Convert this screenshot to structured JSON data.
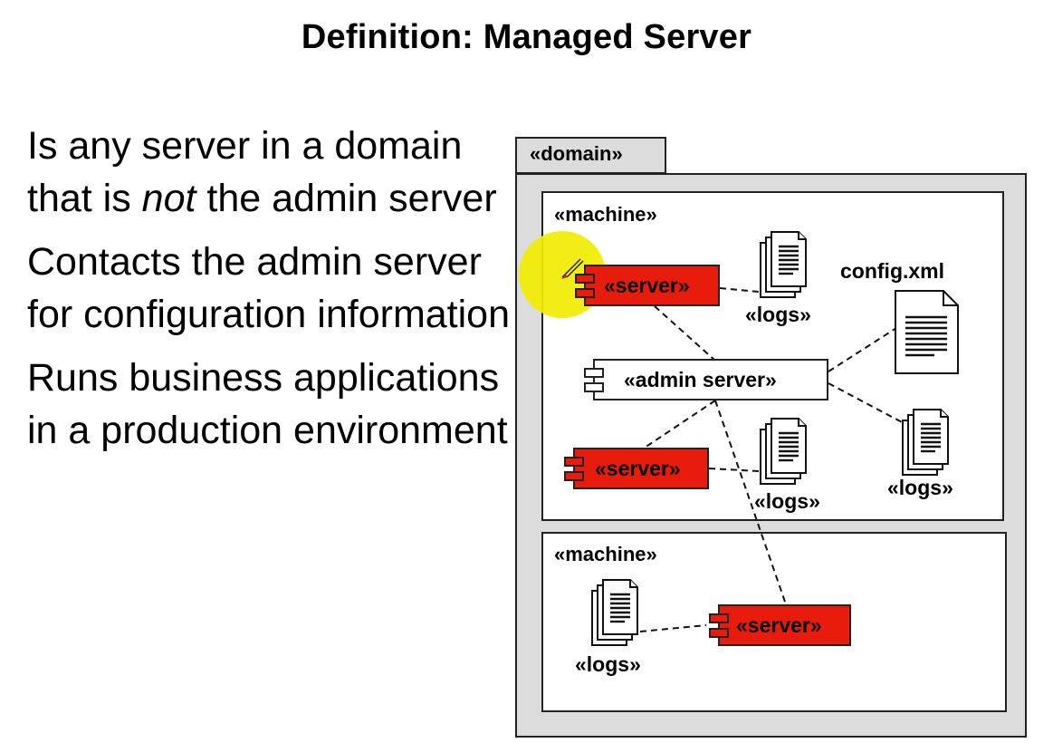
{
  "slide": {
    "title": "Definition: Managed Server",
    "bullets": [
      {
        "pre": "Is any server in a domain that is ",
        "em": "not",
        "post": " the admin server"
      },
      {
        "pre": "Contacts the admin server for configuration information",
        "em": "",
        "post": ""
      },
      {
        "pre": "Runs business applications in a production environment",
        "em": "",
        "post": ""
      }
    ]
  },
  "diagram": {
    "domain_label": "«domain»",
    "machine1_label": "«machine»",
    "machine2_label": "«machine»",
    "server_label": "«server»",
    "admin_server_label": "«admin server»",
    "logs_label": "«logs»",
    "config_label": "config.xml",
    "colors": {
      "server_fill": "#e81c0c",
      "frame_fill": "#dcdcdc",
      "highlight": "#f1ec00"
    },
    "icons": [
      "document-stack-icon",
      "document-icon",
      "component-icon",
      "pen-cursor-icon"
    ]
  }
}
